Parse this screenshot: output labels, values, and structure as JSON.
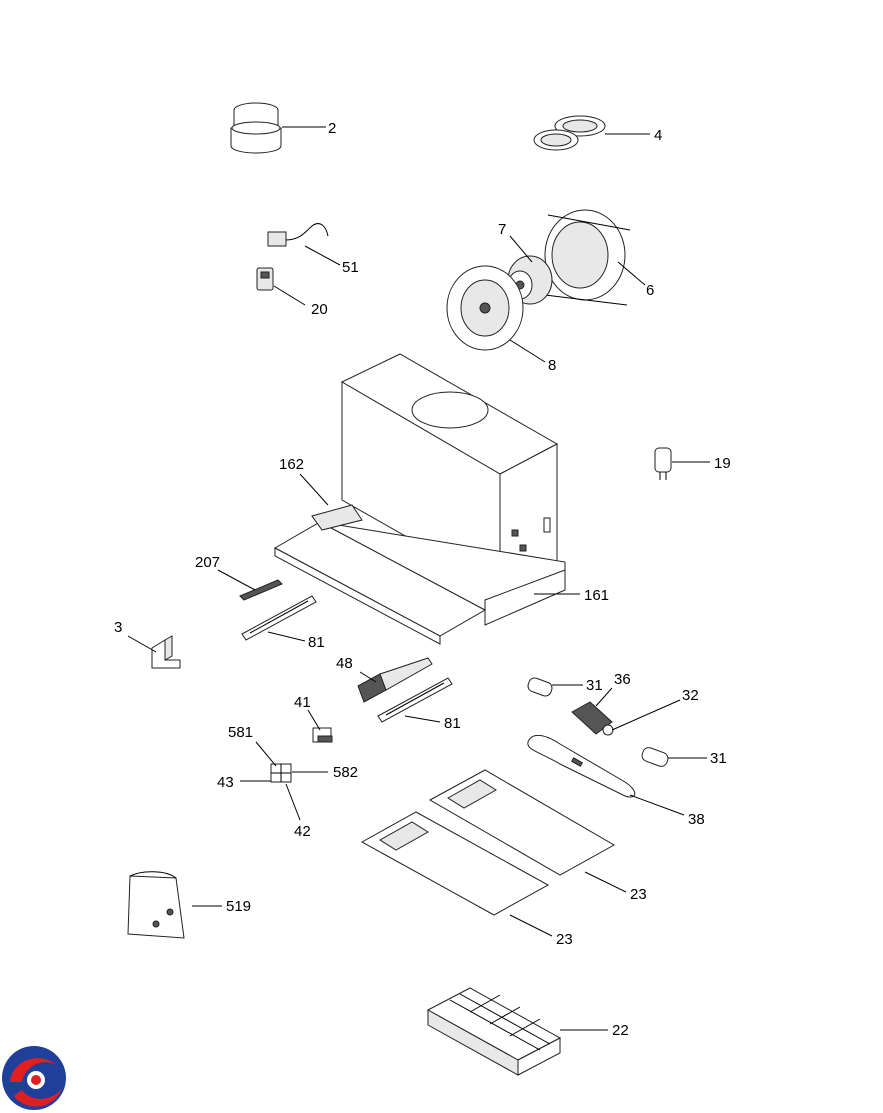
{
  "parts": [
    {
      "id": "duct-collar",
      "label": "2"
    },
    {
      "id": "cover-discs",
      "label": "4"
    },
    {
      "id": "motor",
      "label": "7"
    },
    {
      "id": "fan-wheel",
      "label": "6"
    },
    {
      "id": "cable-connector",
      "label": "51"
    },
    {
      "id": "switch",
      "label": "20"
    },
    {
      "id": "fan-housing",
      "label": "8"
    },
    {
      "id": "capacitor",
      "label": "19"
    },
    {
      "id": "front-panel",
      "label": "162"
    },
    {
      "id": "rear-panel",
      "label": "161"
    },
    {
      "id": "bracket-strip",
      "label": "207"
    },
    {
      "id": "clip",
      "label": "3"
    },
    {
      "id": "slide-rail-left",
      "label": "81"
    },
    {
      "id": "control-module",
      "label": "48"
    },
    {
      "id": "slide-rail-right",
      "label": "81"
    },
    {
      "id": "microswitch",
      "label": "41"
    },
    {
      "id": "lamp-holder-top",
      "label": "581"
    },
    {
      "id": "lamp-holder-side",
      "label": "582"
    },
    {
      "id": "lamp-holder-left",
      "label": "43"
    },
    {
      "id": "lamp-holder-bottom",
      "label": "42"
    },
    {
      "id": "bulb-left",
      "label": "31"
    },
    {
      "id": "lamp-socket",
      "label": "36"
    },
    {
      "id": "lamp-connector",
      "label": "32"
    },
    {
      "id": "bulb-right",
      "label": "31"
    },
    {
      "id": "lamp-cover",
      "label": "38"
    },
    {
      "id": "filter-upper",
      "label": "23"
    },
    {
      "id": "filter-lower",
      "label": "23"
    },
    {
      "id": "hardware-bag",
      "label": "519"
    },
    {
      "id": "carbon-filter-tray",
      "label": "22"
    }
  ],
  "colors": {
    "line": "#000000",
    "logo_blue": "#1f3f9a",
    "logo_red": "#e02020"
  }
}
